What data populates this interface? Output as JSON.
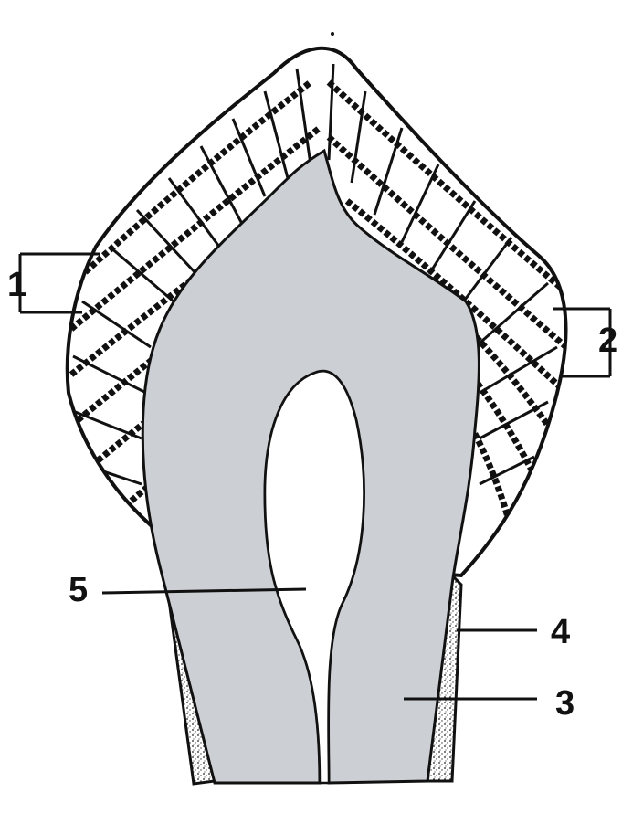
{
  "diagram": {
    "labels": [
      {
        "id": "label-1",
        "text": "1"
      },
      {
        "id": "label-2",
        "text": "2"
      },
      {
        "id": "label-3",
        "text": "3"
      },
      {
        "id": "label-4",
        "text": "4"
      },
      {
        "id": "label-5",
        "text": "5"
      }
    ],
    "colors": {
      "dentin_fill": "#cccfd3",
      "ink": "#111111",
      "background": "#ffffff"
    }
  }
}
